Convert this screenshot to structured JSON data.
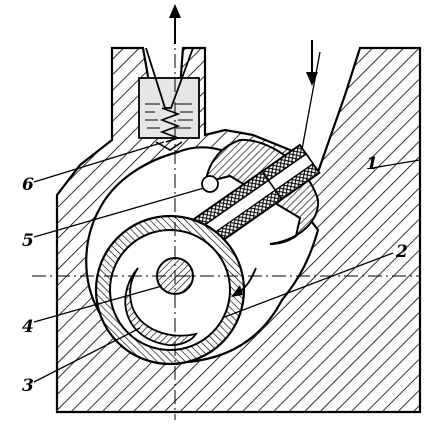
{
  "figure": {
    "callouts": [
      {
        "id": "housing",
        "label": "1"
      },
      {
        "id": "rotor-ring",
        "label": "2"
      },
      {
        "id": "crescent",
        "label": "3"
      },
      {
        "id": "shaft",
        "label": "4"
      },
      {
        "id": "swivel-seat",
        "label": "5"
      },
      {
        "id": "valve",
        "label": "6"
      }
    ],
    "colors": {
      "ink": "#000000",
      "paper": "#ffffff",
      "liquid": "#e6e6e6"
    },
    "icons": {
      "outlet_arrow": "arrow-up-icon",
      "inlet_arrow": "arrow-down-icon",
      "rotation_arrow": "curved-arrow-icon"
    }
  }
}
